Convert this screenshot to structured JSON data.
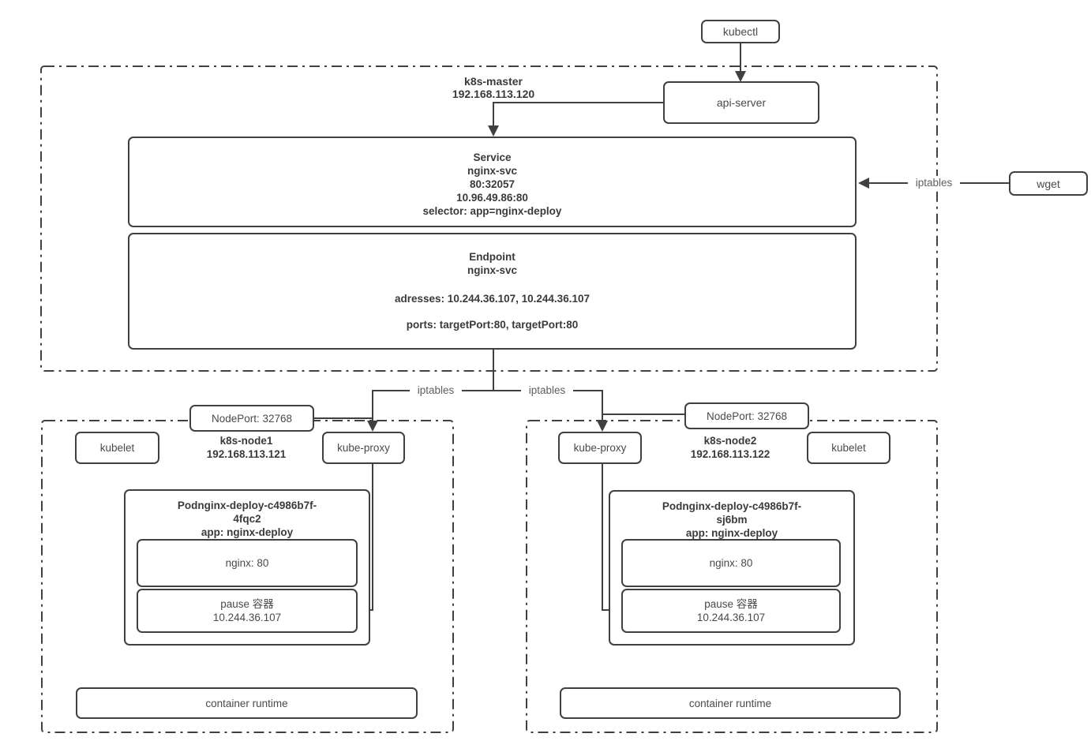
{
  "colors": {
    "stroke": "#404040",
    "text": "#4a4a4a",
    "text-strong": "#3a3a3a",
    "muted": "#5f5f5f",
    "bg": "#ffffff"
  },
  "nodes": {
    "kubectl": {
      "label": "kubectl"
    },
    "api_server": {
      "label": "api-server"
    },
    "wget": {
      "label": "wget"
    },
    "master": {
      "title": [
        "k8s-master",
        "192.168.113.120"
      ],
      "service": {
        "lines": [
          "Service",
          "nginx-svc",
          "80:32057",
          "10.96.49.86:80",
          "selector: app=nginx-deploy"
        ]
      },
      "endpoint": {
        "title": [
          "Endpoint",
          "nginx-svc"
        ],
        "addresses": "adresses: 10.244.36.107, 10.244.36.107",
        "ports": "ports: targetPort:80, targetPort:80"
      }
    },
    "node1": {
      "nodeport": "NodePort: 32768",
      "title": [
        "k8s-node1",
        "192.168.113.121"
      ],
      "kubelet": "kubelet",
      "kube_proxy": "kube-proxy",
      "pod": {
        "title": [
          "Podnginx-deploy-c4986b7f-",
          "4fqc2",
          "app: nginx-deploy"
        ],
        "nginx": "nginx: 80",
        "pause": [
          "pause 容器",
          "10.244.36.107"
        ]
      },
      "container_runtime": "container runtime"
    },
    "node2": {
      "nodeport": "NodePort: 32768",
      "title": [
        "k8s-node2",
        "192.168.113.122"
      ],
      "kubelet": "kubelet",
      "kube_proxy": "kube-proxy",
      "pod": {
        "title": [
          "Podnginx-deploy-c4986b7f-",
          "sj6bm",
          "app: nginx-deploy"
        ],
        "nginx": "nginx: 80",
        "pause": [
          "pause 容器",
          "10.244.36.107"
        ]
      },
      "container_runtime": "container runtime"
    }
  },
  "edge_labels": {
    "wget_iptables": "iptables",
    "left_iptables": "iptables",
    "right_iptables": "iptables"
  }
}
